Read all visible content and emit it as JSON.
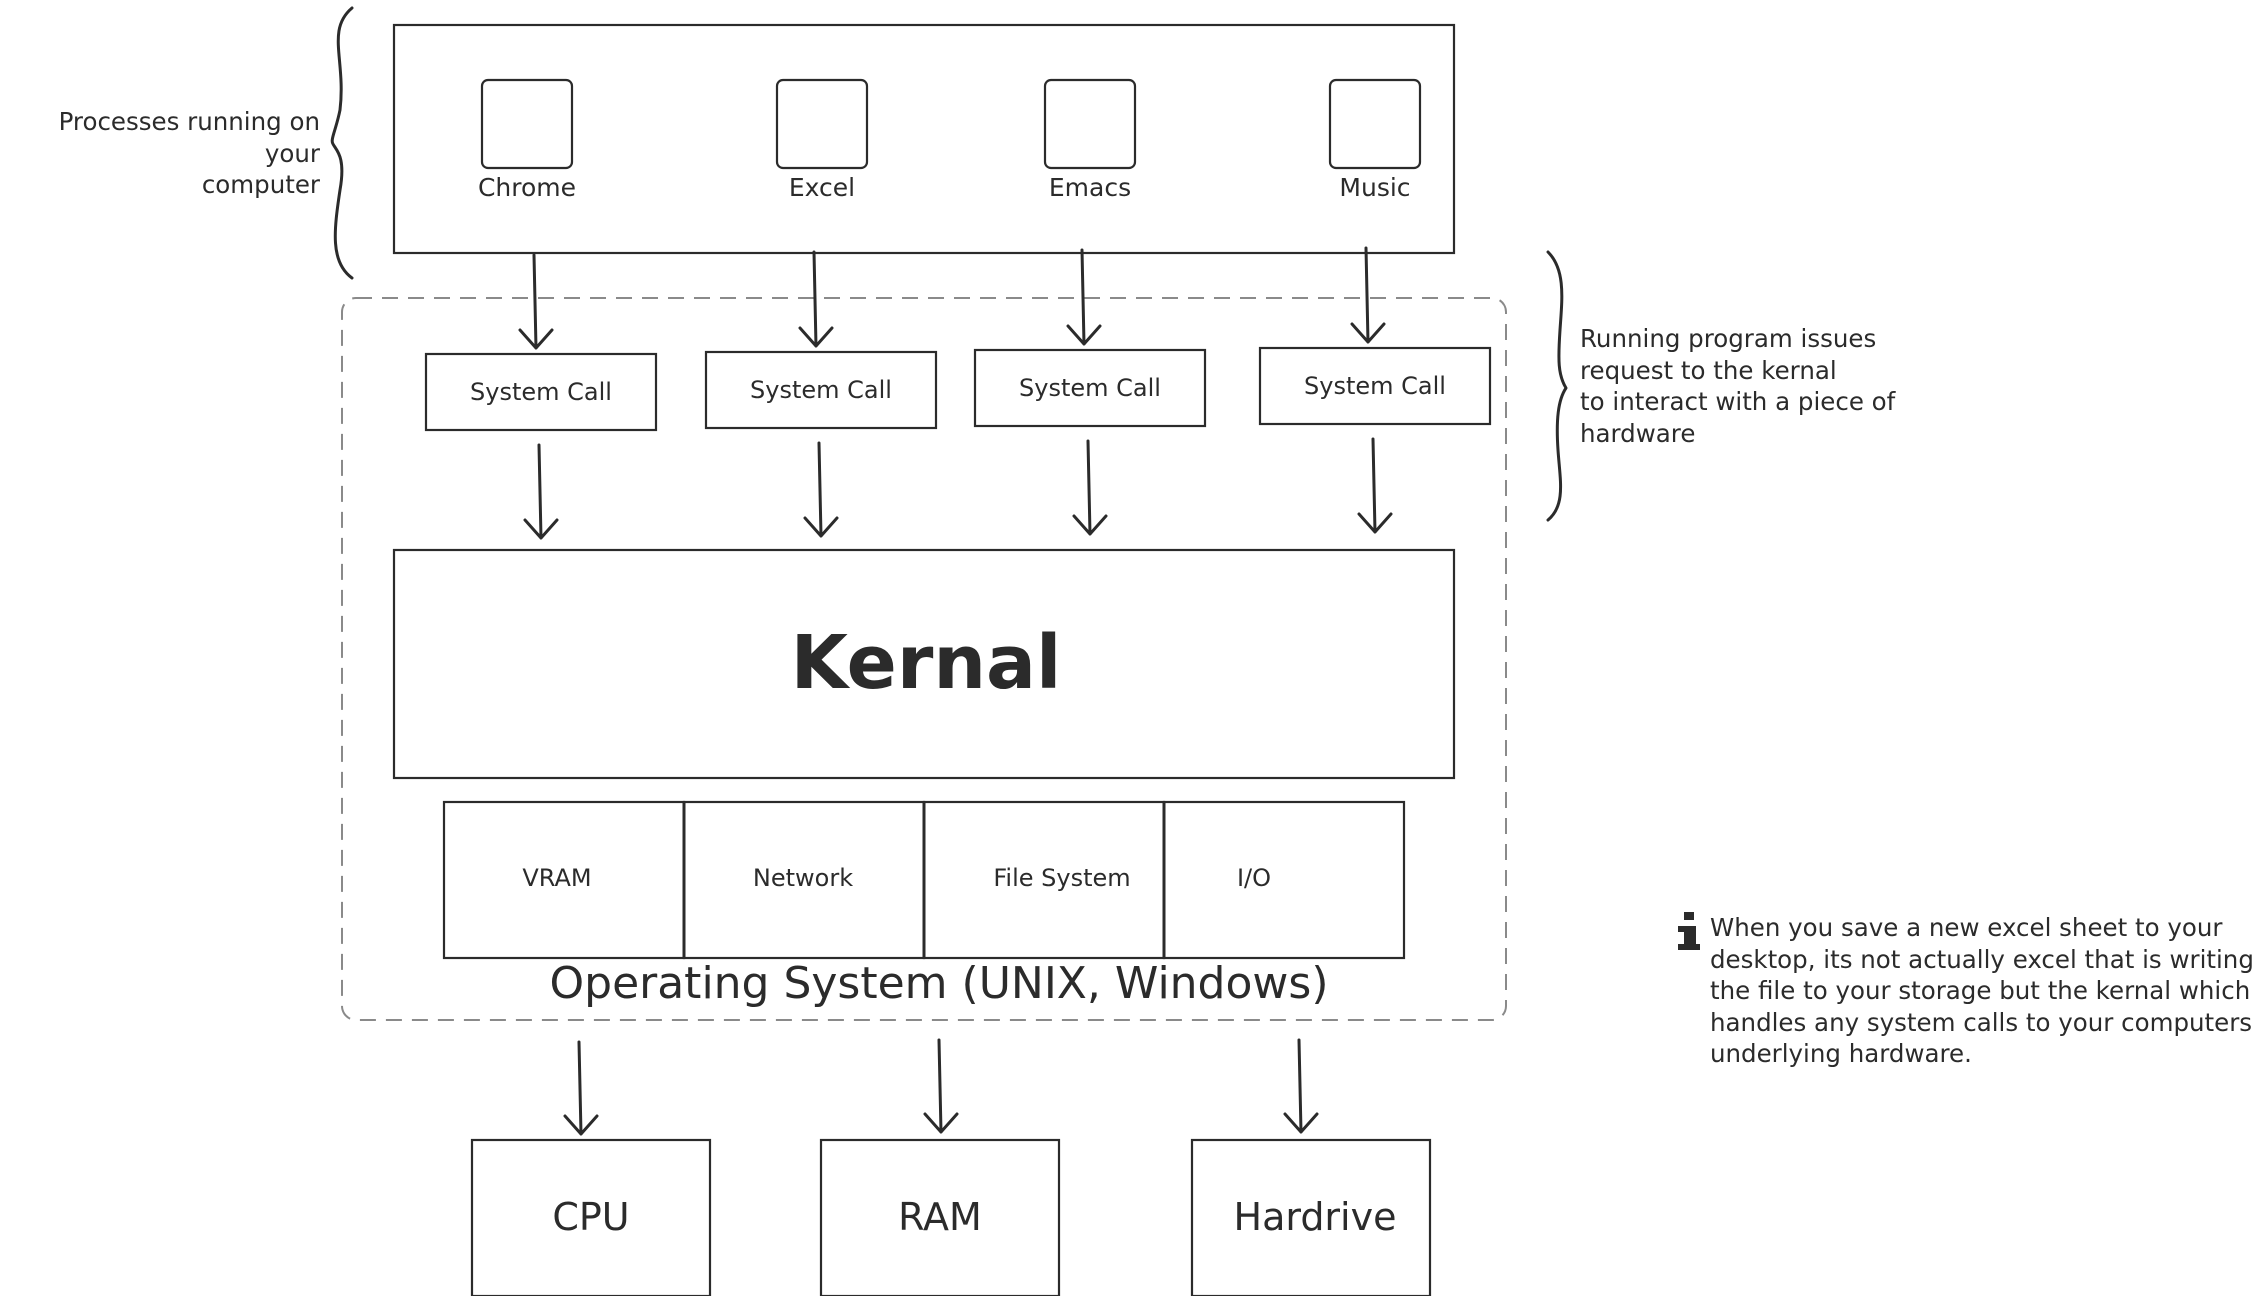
{
  "processes": {
    "annotation": "Processes running on your\ncomputer",
    "items": [
      "Chrome",
      "Excel",
      "Emacs",
      "Music"
    ]
  },
  "system_calls": {
    "label": "System Call",
    "annotation": "Running program issues\nrequest to the kernal\nto interact with a piece of\nhardware"
  },
  "kernel": {
    "title": "Kernal",
    "modules": [
      "VRAM",
      "Network",
      "File System",
      "I/O"
    ]
  },
  "os": {
    "title": "Operating System (UNIX, Windows)"
  },
  "hardware": [
    "CPU",
    "RAM",
    "Hardrive"
  ],
  "info": {
    "icon": "info-icon",
    "text": "When you save a new excel sheet to your desktop, its not actually excel that is writing the file to your storage but the kernal which handles any system calls to your computers underlying hardware."
  }
}
